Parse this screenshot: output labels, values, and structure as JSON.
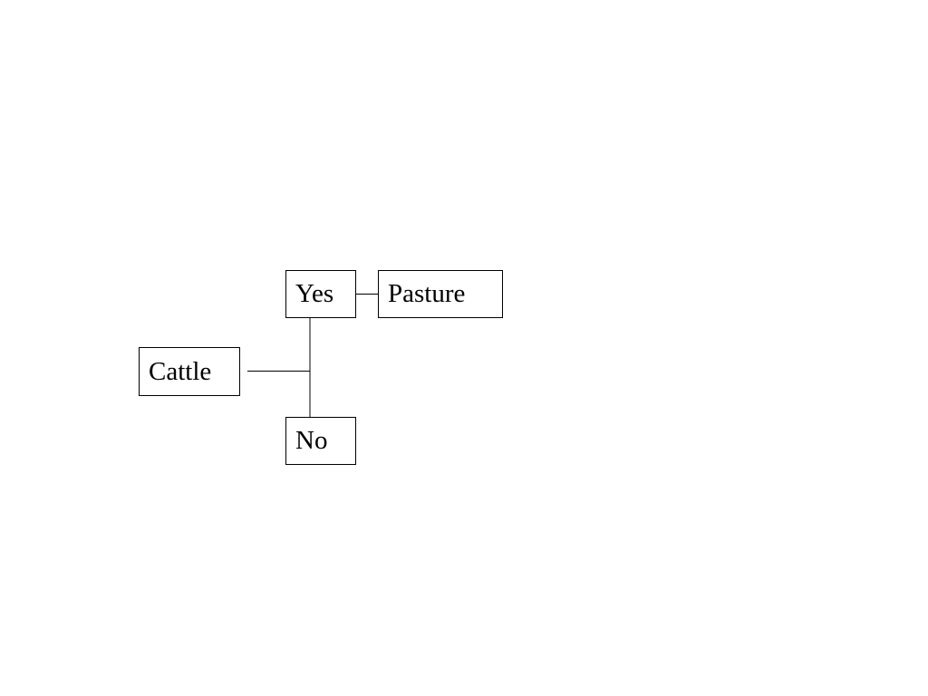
{
  "diagram": {
    "nodes": {
      "cattle": "Cattle",
      "yes": "Yes",
      "pasture": "Pasture",
      "no": "No"
    },
    "edges": [
      {
        "from": "cattle",
        "to": "yes"
      },
      {
        "from": "cattle",
        "to": "no"
      },
      {
        "from": "yes",
        "to": "pasture"
      }
    ],
    "colors": {
      "stroke": "#000000",
      "background": "#ffffff"
    }
  }
}
